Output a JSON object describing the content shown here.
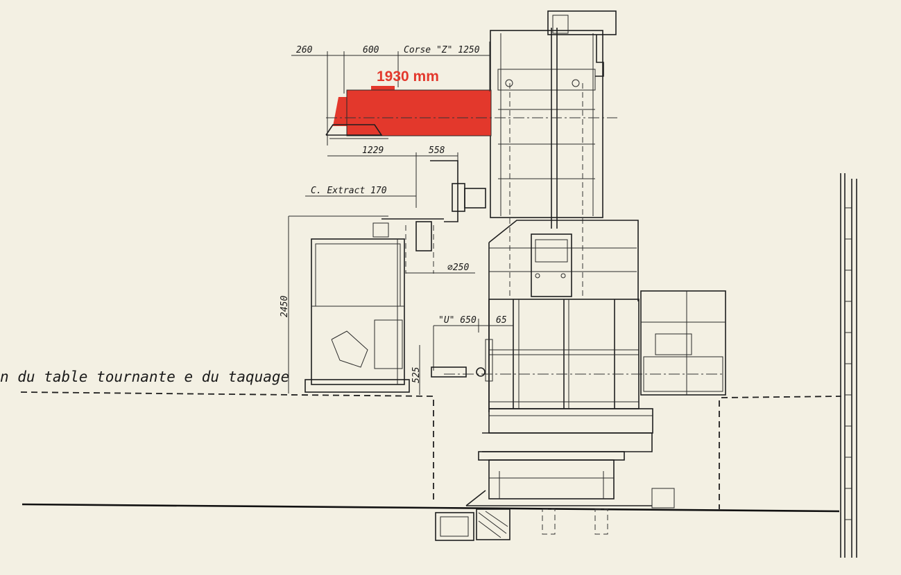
{
  "diagram": {
    "highlight_color": "#e3382c",
    "highlight_label": "1930 mm",
    "labels": {
      "dim_260": "260",
      "dim_600": "600",
      "corse_z": "Corse \"Z\" 1250",
      "dim_1229": "1229",
      "dim_558": "558",
      "c_extract": "C. Extract 170",
      "dim_2450": "2450",
      "diam_250": "∅250",
      "u_650": "\"U\" 650",
      "dim_65": "65",
      "dim_525": "525",
      "table_caption": "n du table tournante e du taquage"
    }
  }
}
